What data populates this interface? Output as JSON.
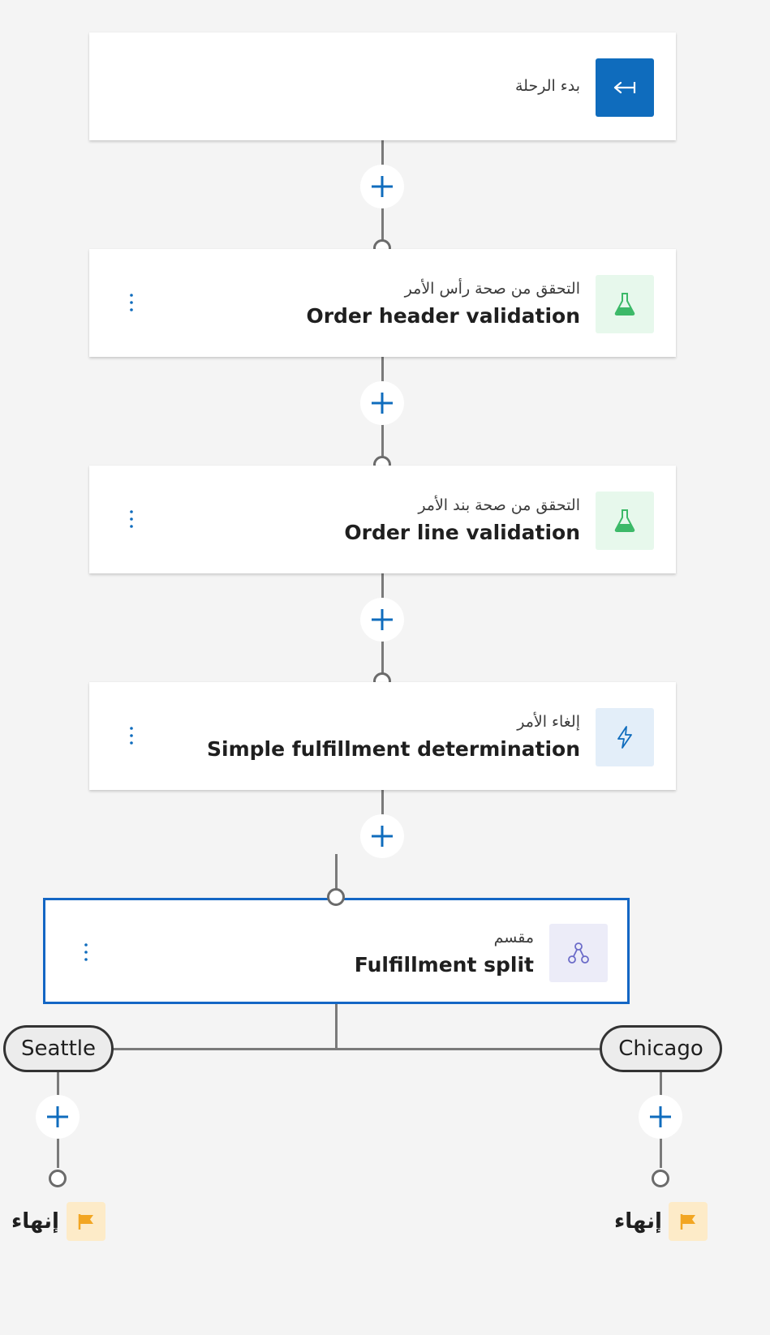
{
  "steps": [
    {
      "subtitle": "بدء الرحلة",
      "title": "",
      "icon": "arrow-start-icon",
      "tile_color": "#0f6cbd"
    },
    {
      "subtitle": "التحقق من صحة رأس الأمر",
      "title": "Order header validation",
      "icon": "flask-icon",
      "tile_color": "#e7f8ec"
    },
    {
      "subtitle": "التحقق من صحة بند الأمر",
      "title": "Order line validation",
      "icon": "flask-icon",
      "tile_color": "#e7f8ec"
    },
    {
      "subtitle": "إلغاء الأمر",
      "title": "Simple fulfillment determination",
      "icon": "lightning-icon",
      "tile_color": "#e3eef9"
    },
    {
      "subtitle": "مقسم",
      "title": "Fulfillment split",
      "icon": "split-icon",
      "tile_color": "#ececf8"
    }
  ],
  "branches": [
    {
      "label": "Seattle",
      "end_label": "إنهاء"
    },
    {
      "label": "Chicago",
      "end_label": "إنهاء"
    }
  ],
  "colors": {
    "accent": "#0f6cbd",
    "selected_border": "#1366c4",
    "connector": "#7a7a7a",
    "flag": "#f2a623"
  }
}
